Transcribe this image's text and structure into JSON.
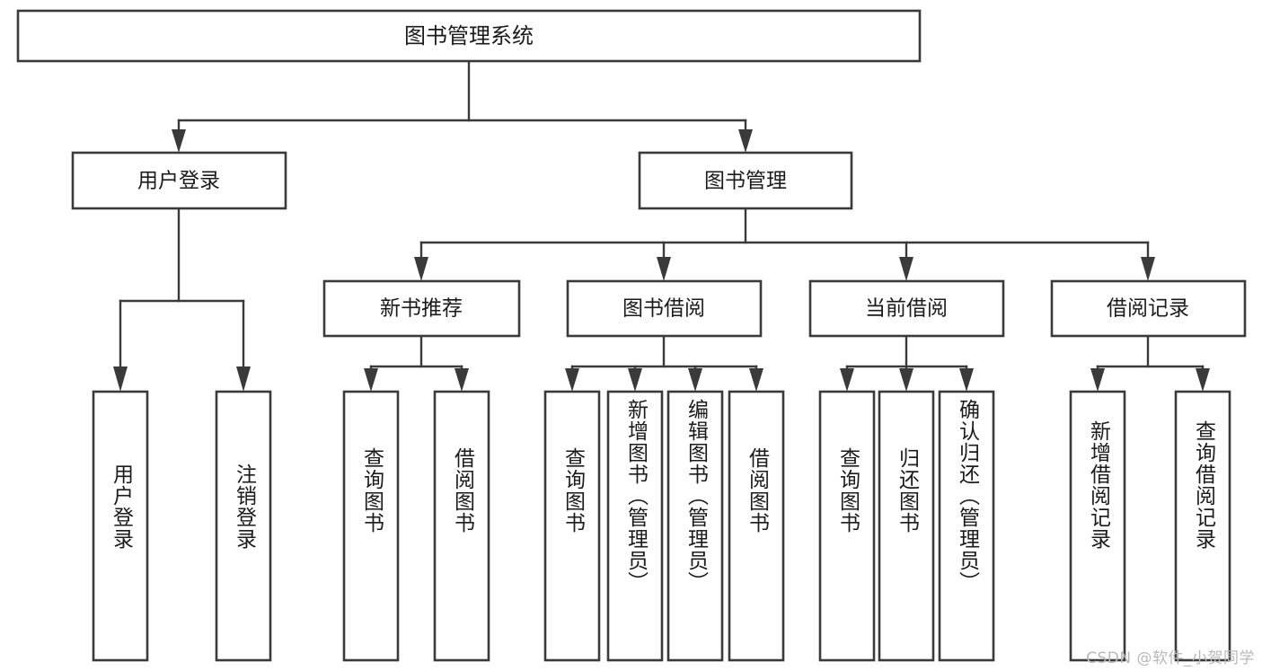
{
  "diagram": {
    "title": "图书管理系统",
    "watermark": "CSDN @软件_小贺同学",
    "orientation": "top-down",
    "levels": 4,
    "colors": {
      "box_stroke": "#3a3a3a",
      "box_fill": "#ffffff",
      "connector": "#3a3a3a",
      "text": "#1b1b1b",
      "watermark": "#b9b9b9",
      "background": "#ffffff"
    }
  },
  "chart_data": {
    "type": "tree",
    "title": "图书管理系统",
    "root": {
      "label": "图书管理系统",
      "children": [
        {
          "label": "用户登录",
          "children": [
            {
              "label": "用户登录"
            },
            {
              "label": "注销登录"
            }
          ]
        },
        {
          "label": "图书管理",
          "children": [
            {
              "label": "新书推荐",
              "children": [
                {
                  "label": "查询图书"
                },
                {
                  "label": "借阅图书"
                }
              ]
            },
            {
              "label": "图书借阅",
              "children": [
                {
                  "label": "查询图书"
                },
                {
                  "label": "新增图书（管理员）"
                },
                {
                  "label": "编辑图书（管理员）"
                },
                {
                  "label": "借阅图书"
                }
              ]
            },
            {
              "label": "当前借阅",
              "children": [
                {
                  "label": "查询图书"
                },
                {
                  "label": "归还图书"
                },
                {
                  "label": "确认归还（管理员）"
                }
              ]
            },
            {
              "label": "借阅记录",
              "children": [
                {
                  "label": "新增借阅记录"
                },
                {
                  "label": "查询借阅记录"
                }
              ]
            }
          ]
        }
      ]
    }
  },
  "nodes": {
    "root": {
      "label": "图书管理系统"
    },
    "level2": {
      "user_login": {
        "label": "用户登录"
      },
      "book_mgmt": {
        "label": "图书管理"
      }
    },
    "level3": {
      "new_book_rec": {
        "label": "新书推荐"
      },
      "book_borrow": {
        "label": "图书借阅"
      },
      "current_borrow": {
        "label": "当前借阅"
      },
      "borrow_record": {
        "label": "借阅记录"
      }
    },
    "leaves": {
      "user_login_1": {
        "label": "用户登录"
      },
      "user_login_2": {
        "label": "注销登录"
      },
      "rec_1": {
        "label": "查询图书"
      },
      "rec_2": {
        "label": "借阅图书"
      },
      "borrow_1": {
        "label": "查询图书"
      },
      "borrow_2": {
        "label": "新增图书（管理员）"
      },
      "borrow_3": {
        "label": "编辑图书（管理员）"
      },
      "borrow_4": {
        "label": "借阅图书"
      },
      "current_1": {
        "label": "查询图书"
      },
      "current_2": {
        "label": "归还图书"
      },
      "current_3": {
        "label": "确认归还（管理员）"
      },
      "record_1": {
        "label": "新增借阅记录"
      },
      "record_2": {
        "label": "查询借阅记录"
      }
    }
  }
}
